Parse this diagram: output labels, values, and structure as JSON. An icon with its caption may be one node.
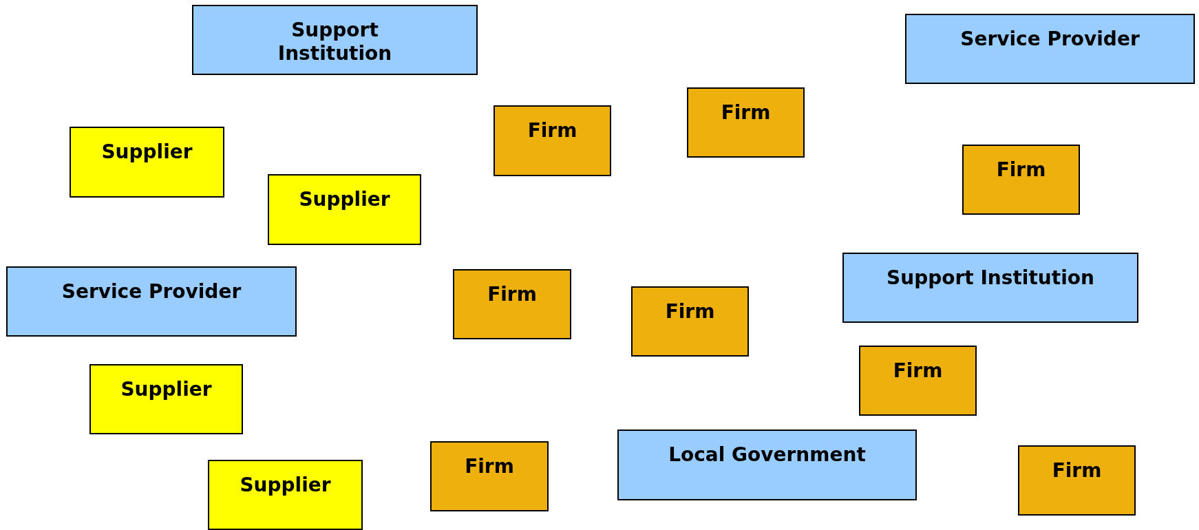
{
  "diagram": {
    "nodes": [
      {
        "text": [
          "Support Institution"
        ]
      },
      {
        "text": [
          "Service Provider"
        ]
      },
      {
        "text": [
          "Firm"
        ]
      },
      {
        "text": [
          "Supplier"
        ]
      },
      {
        "text": [
          "Firm"
        ]
      },
      {
        "text": [
          "Firm"
        ]
      },
      {
        "text": [
          "Supplier"
        ]
      },
      {
        "text": [
          "Service Provider"
        ]
      },
      {
        "text": [
          "Firm"
        ]
      },
      {
        "text": [
          "Support Institution"
        ]
      },
      {
        "text": [
          "Firm"
        ]
      },
      {
        "text": [
          "Supplier"
        ]
      },
      {
        "text": [
          "Local Government"
        ]
      },
      {
        "text": [
          "Firm"
        ]
      },
      {
        "text": [
          "Firm"
        ]
      },
      {
        "text": [
          "Firm"
        ]
      },
      {
        "text": [
          "Supplier"
        ]
      }
    ]
  }
}
